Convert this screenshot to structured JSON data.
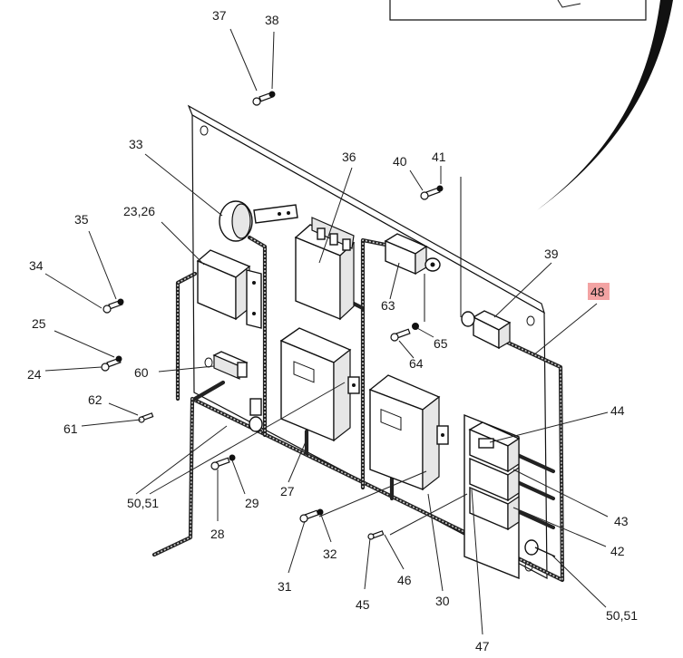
{
  "diagram": {
    "labels": {
      "l37": "37",
      "l38": "38",
      "l33": "33",
      "l36": "36",
      "l40": "40",
      "l41": "41",
      "l35": "35",
      "l2326": "23,26",
      "l34": "34",
      "l39": "39",
      "l48": "48",
      "l63": "63",
      "l25": "25",
      "l65": "65",
      "l24": "24",
      "l60": "60",
      "l64": "64",
      "l62": "62",
      "l44": "44",
      "l61": "61",
      "l5051a": "50,51",
      "l27": "27",
      "l29": "29",
      "l28": "28",
      "l43": "43",
      "l42": "42",
      "l32": "32",
      "l31": "31",
      "l46": "46",
      "l45": "45",
      "l30": "30",
      "l5051b": "50,51",
      "l47": "47"
    },
    "highlighted_label": "48",
    "highlight_color": "#f3a3a3"
  }
}
